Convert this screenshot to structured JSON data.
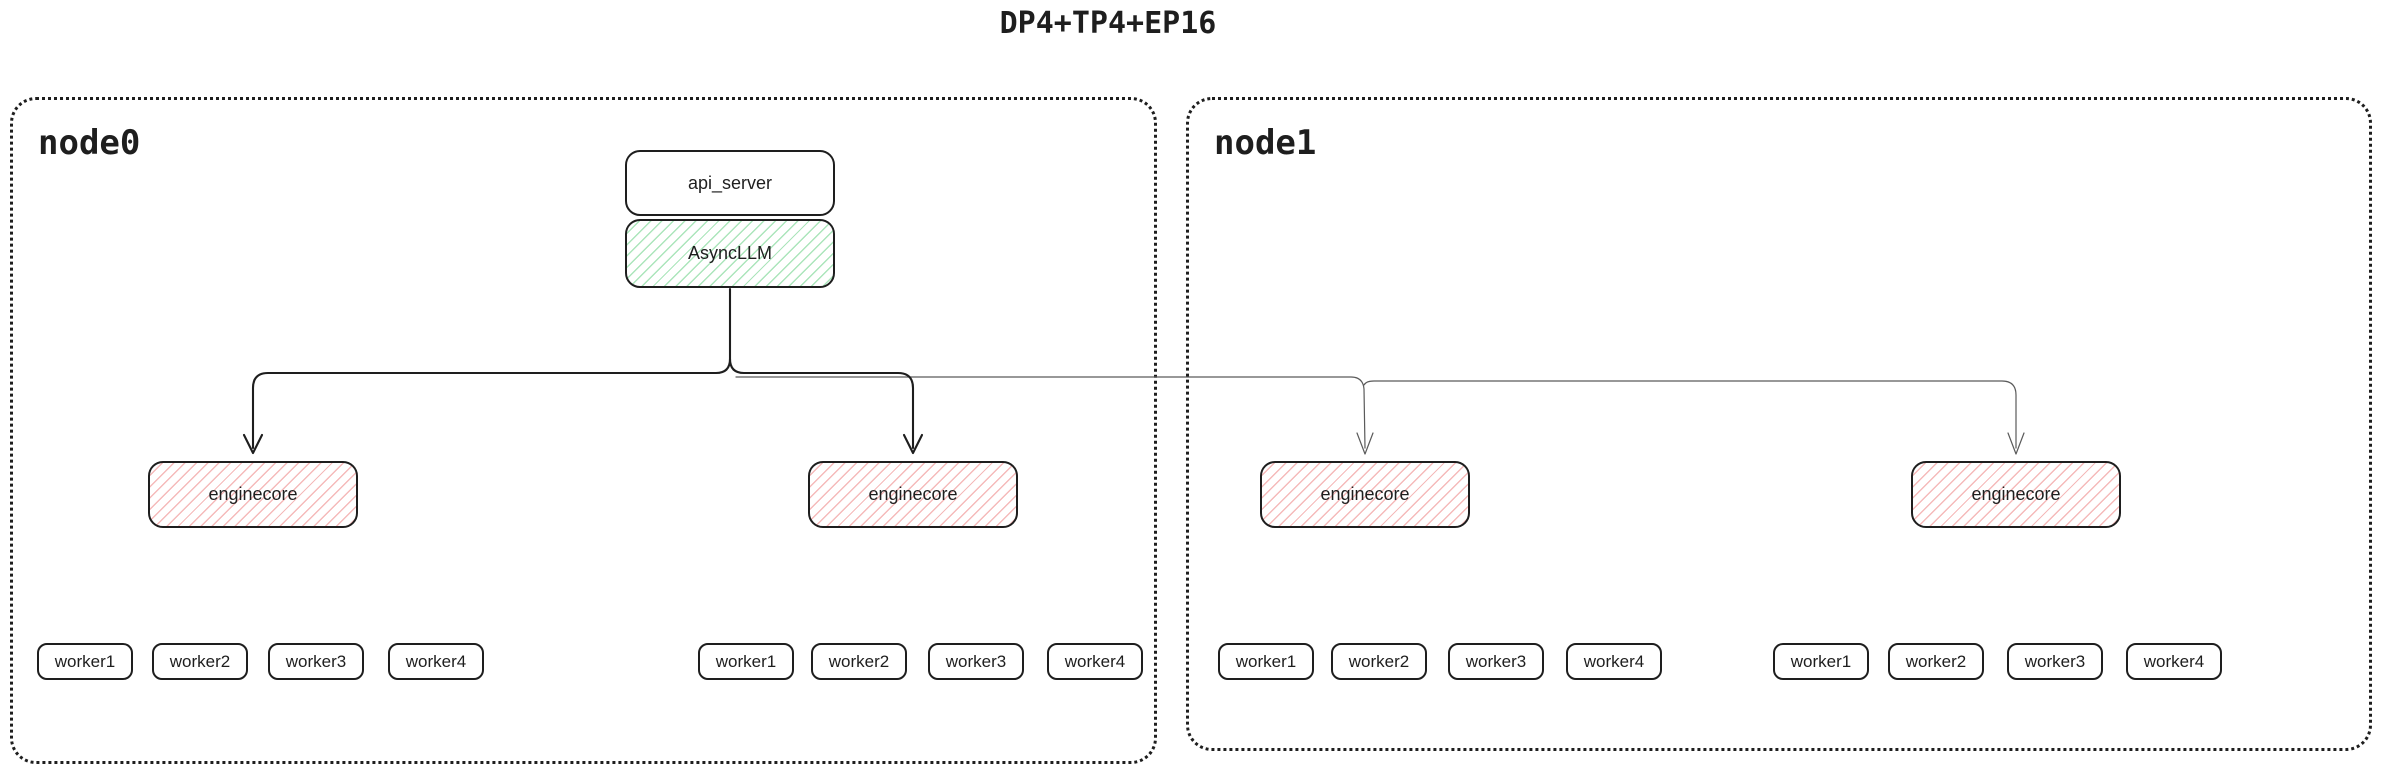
{
  "title": "DP4+TP4+EP16",
  "colors": {
    "stroke": "#1e1e1e",
    "green_hatch": "#abe5bb",
    "red_hatch": "#f5baba",
    "thin_line": "#5a5a5a",
    "background": "#ffffff"
  },
  "api_server": {
    "label": "api_server"
  },
  "async_llm": {
    "label": "AsyncLLM"
  },
  "nodes": [
    {
      "label": "node0",
      "enginecores": [
        {
          "label": "enginecore",
          "workers": [
            "worker1",
            "worker2",
            "worker3",
            "worker4"
          ]
        },
        {
          "label": "enginecore",
          "workers": [
            "worker1",
            "worker2",
            "worker3",
            "worker4"
          ]
        }
      ]
    },
    {
      "label": "node1",
      "enginecores": [
        {
          "label": "enginecore",
          "workers": [
            "worker1",
            "worker2",
            "worker3",
            "worker4"
          ]
        },
        {
          "label": "enginecore",
          "workers": [
            "worker1",
            "worker2",
            "worker3",
            "worker4"
          ]
        }
      ]
    }
  ]
}
